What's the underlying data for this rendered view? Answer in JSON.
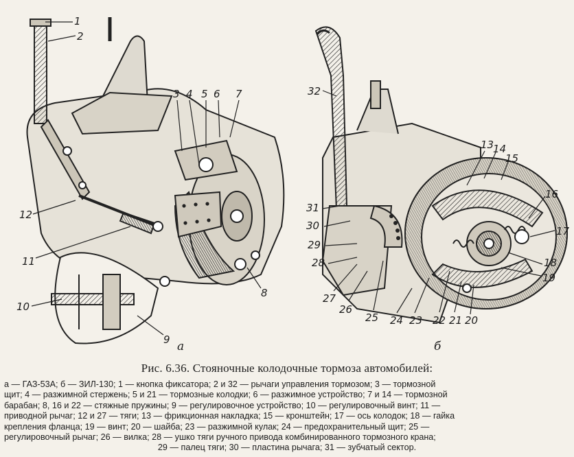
{
  "figure": {
    "callouts_a": [
      "1",
      "2",
      "3",
      "4",
      "5",
      "6",
      "7",
      "8",
      "9",
      "10",
      "11",
      "12"
    ],
    "callouts_b": [
      "13",
      "14",
      "15",
      "16",
      "17",
      "18",
      "19",
      "20",
      "21",
      "22",
      "23",
      "24",
      "25",
      "26",
      "27",
      "28",
      "29",
      "30",
      "31",
      "32"
    ],
    "sublabel_a": "а",
    "sublabel_b": "б"
  },
  "caption": {
    "title": "Рис. 6.36. Стояночные колодочные тормоза автомобилей:",
    "legend_lines": [
      "а — ГАЗ-53А; б — ЗИЛ-130; 1 — кнопка фиксатора; 2 и 32 — рычаги управления тормозом; 3 — тормозной",
      "щит; 4 — разжимной стержень; 5 и 21 — тормозные колодки; 6 — разжимное устройство; 7 и 14 — тормозной",
      "барабан; 8, 16 и 22 — стяжные пружины; 9 — регулировочное устройство; 10 — регулировочный винт; 11 —",
      "приводной рычаг; 12 и 27 — тяги; 13 — фрикционная накладка; 15 — кронштейн; 17 — ось колодок; 18 — гайка",
      "крепления фланца; 19 — винт; 20 — шайба; 23 — разжимной кулак; 24 — предохранительный щит; 25 —",
      "регулировочный рычаг; 26 — вилка; 28 — ушко тяги ручного привода комбинированного тормозного крана;",
      "29 — палец тяги; 30 — пластина рычага; 31 — зубчатый сектор."
    ]
  }
}
